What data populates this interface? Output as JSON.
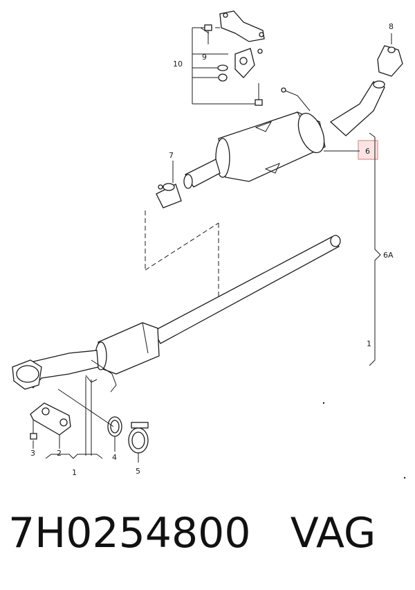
{
  "callouts": {
    "c1a": "1",
    "c1b": "1",
    "c2": "2",
    "c3": "3",
    "c4": "4",
    "c5": "5",
    "c6": "6",
    "c6a": "6A",
    "c7": "7",
    "c8": "8",
    "c9": "9",
    "c10": "10"
  },
  "highlight_color": "#e8a0a0",
  "footer": {
    "part_number": "7H0254800",
    "brand": "VAG"
  }
}
